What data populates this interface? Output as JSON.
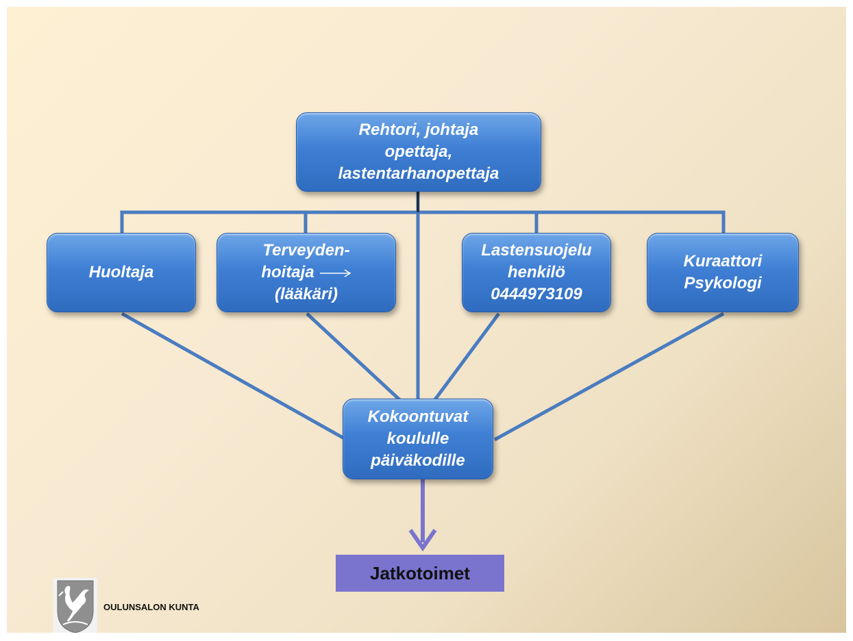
{
  "diagram": {
    "top_box": {
      "lines": [
        "Rehtori, johtaja",
        "opettaja,",
        "lastentarhanopettaja"
      ]
    },
    "middle_boxes": [
      {
        "lines": [
          "Huoltaja"
        ]
      },
      {
        "lines": [
          "Terveyden-",
          "hoitaja",
          "(lääkäri)"
        ]
      },
      {
        "lines": [
          "Lastensuojelu",
          "henkilö",
          "0444973109"
        ]
      },
      {
        "lines": [
          "Kuraattori",
          "Psykologi"
        ]
      }
    ],
    "gather_box": {
      "lines": [
        "Kokoontuvat",
        "koululle",
        "päiväkodille"
      ]
    },
    "result_box": {
      "label": "Jatkotoimet"
    }
  },
  "footer": {
    "logo_text": "OULUNSALON KUNTA"
  },
  "colors": {
    "box_blue": "#3f7fd4",
    "connector_blue": "#4a7cc0",
    "result_purple": "#7a74cf"
  }
}
